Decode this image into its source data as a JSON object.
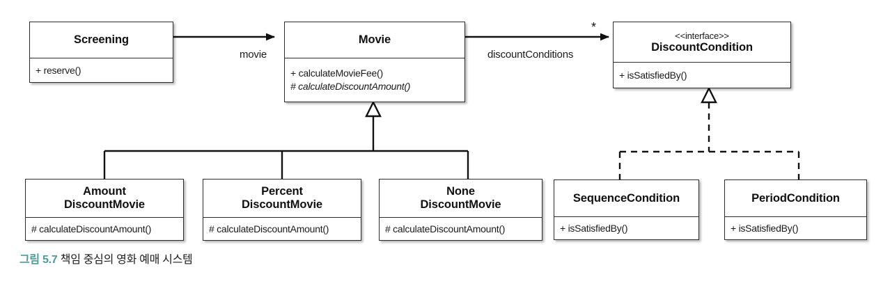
{
  "figure": {
    "caption_label": "그림 5.7",
    "caption_text": "책임 중심의 영화 예매 시스템",
    "caption_label_color": "#4a9b9b"
  },
  "diagram": {
    "type": "uml-class-diagram",
    "classes": [
      {
        "id": "screening",
        "name": "Screening",
        "stereotype": "",
        "members": [
          {
            "text": "+ reserve()",
            "abstract": false
          }
        ]
      },
      {
        "id": "movie",
        "name": "Movie",
        "stereotype": "",
        "members": [
          {
            "text": "+ calculateMovieFee()",
            "abstract": false
          },
          {
            "text": "# calculateDiscountAmount()",
            "abstract": true
          }
        ]
      },
      {
        "id": "discount-condition",
        "name": "DiscountCondition",
        "stereotype": "<<interface>>",
        "members": [
          {
            "text": "+ isSatisfiedBy()",
            "abstract": false
          }
        ]
      },
      {
        "id": "amount-discount-movie",
        "name_line1": "Amount",
        "name_line2": "DiscountMovie",
        "stereotype": "",
        "members": [
          {
            "text": "# calculateDiscountAmount()",
            "abstract": false
          }
        ]
      },
      {
        "id": "percent-discount-movie",
        "name_line1": "Percent",
        "name_line2": "DiscountMovie",
        "stereotype": "",
        "members": [
          {
            "text": "# calculateDiscountAmount()",
            "abstract": false
          }
        ]
      },
      {
        "id": "none-discount-movie",
        "name_line1": "None",
        "name_line2": "DiscountMovie",
        "stereotype": "",
        "members": [
          {
            "text": "# calculateDiscountAmount()",
            "abstract": false
          }
        ]
      },
      {
        "id": "sequence-condition",
        "name": "SequenceCondition",
        "stereotype": "",
        "members": [
          {
            "text": "+ isSatisfiedBy()",
            "abstract": false
          }
        ]
      },
      {
        "id": "period-condition",
        "name": "PeriodCondition",
        "stereotype": "",
        "members": [
          {
            "text": "+ isSatisfiedBy()",
            "abstract": false
          }
        ]
      }
    ],
    "associations": [
      {
        "from": "screening",
        "to": "movie",
        "label": "movie",
        "multiplicity": "",
        "kind": "directed-association"
      },
      {
        "from": "movie",
        "to": "discount-condition",
        "label": "discountConditions",
        "multiplicity": "*",
        "kind": "directed-association"
      }
    ],
    "generalizations": [
      {
        "from": "amount-discount-movie",
        "to": "movie",
        "kind": "solid"
      },
      {
        "from": "percent-discount-movie",
        "to": "movie",
        "kind": "solid"
      },
      {
        "from": "none-discount-movie",
        "to": "movie",
        "kind": "solid"
      }
    ],
    "realizations": [
      {
        "from": "sequence-condition",
        "to": "discount-condition",
        "kind": "dashed"
      },
      {
        "from": "period-condition",
        "to": "discount-condition",
        "kind": "dashed"
      }
    ]
  }
}
